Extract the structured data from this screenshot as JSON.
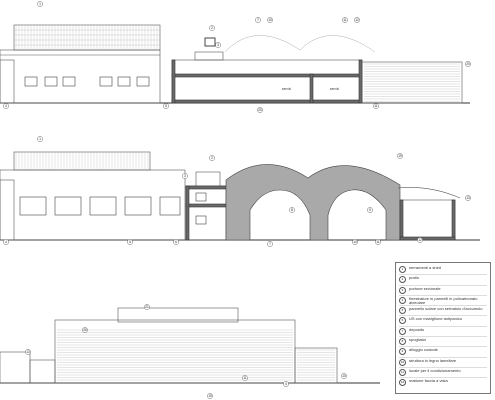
{
  "legend": {
    "items": [
      {
        "num": "1",
        "text": "serramenti a shed"
      },
      {
        "num": "2",
        "text": "pratio"
      },
      {
        "num": "3",
        "text": "portone sezionale"
      },
      {
        "num": "4",
        "text": "finestrature in pannelli in policarbonato alveolare"
      },
      {
        "num": "5",
        "text": "pannello solare con serbatoio d'accumulo"
      },
      {
        "num": "6",
        "text": "US con maniglione antipanico"
      },
      {
        "num": "7",
        "text": "deposito"
      },
      {
        "num": "8",
        "text": "spogliatoi"
      },
      {
        "num": "9",
        "text": "alloggio custode"
      },
      {
        "num": "10",
        "text": "struttura in legno lamellare"
      },
      {
        "num": "11",
        "text": "locale per il condizionamento"
      },
      {
        "num": "12",
        "text": "mattone faccia a vista"
      }
    ]
  },
  "section_labels": {
    "room_a": "servizi",
    "room_b": "servizi"
  },
  "tags": {
    "top": [
      "1",
      "2",
      "3",
      "4",
      "5",
      "7",
      "10",
      "11",
      "12",
      "20",
      "11",
      "20"
    ],
    "middle": [
      "1",
      "2",
      "3",
      "4",
      "5",
      "6",
      "7",
      "8",
      "9",
      "10",
      "11",
      "12",
      "13",
      "19"
    ],
    "bottom": [
      "21",
      "26",
      "13",
      "19",
      "11",
      "10",
      "4"
    ]
  }
}
